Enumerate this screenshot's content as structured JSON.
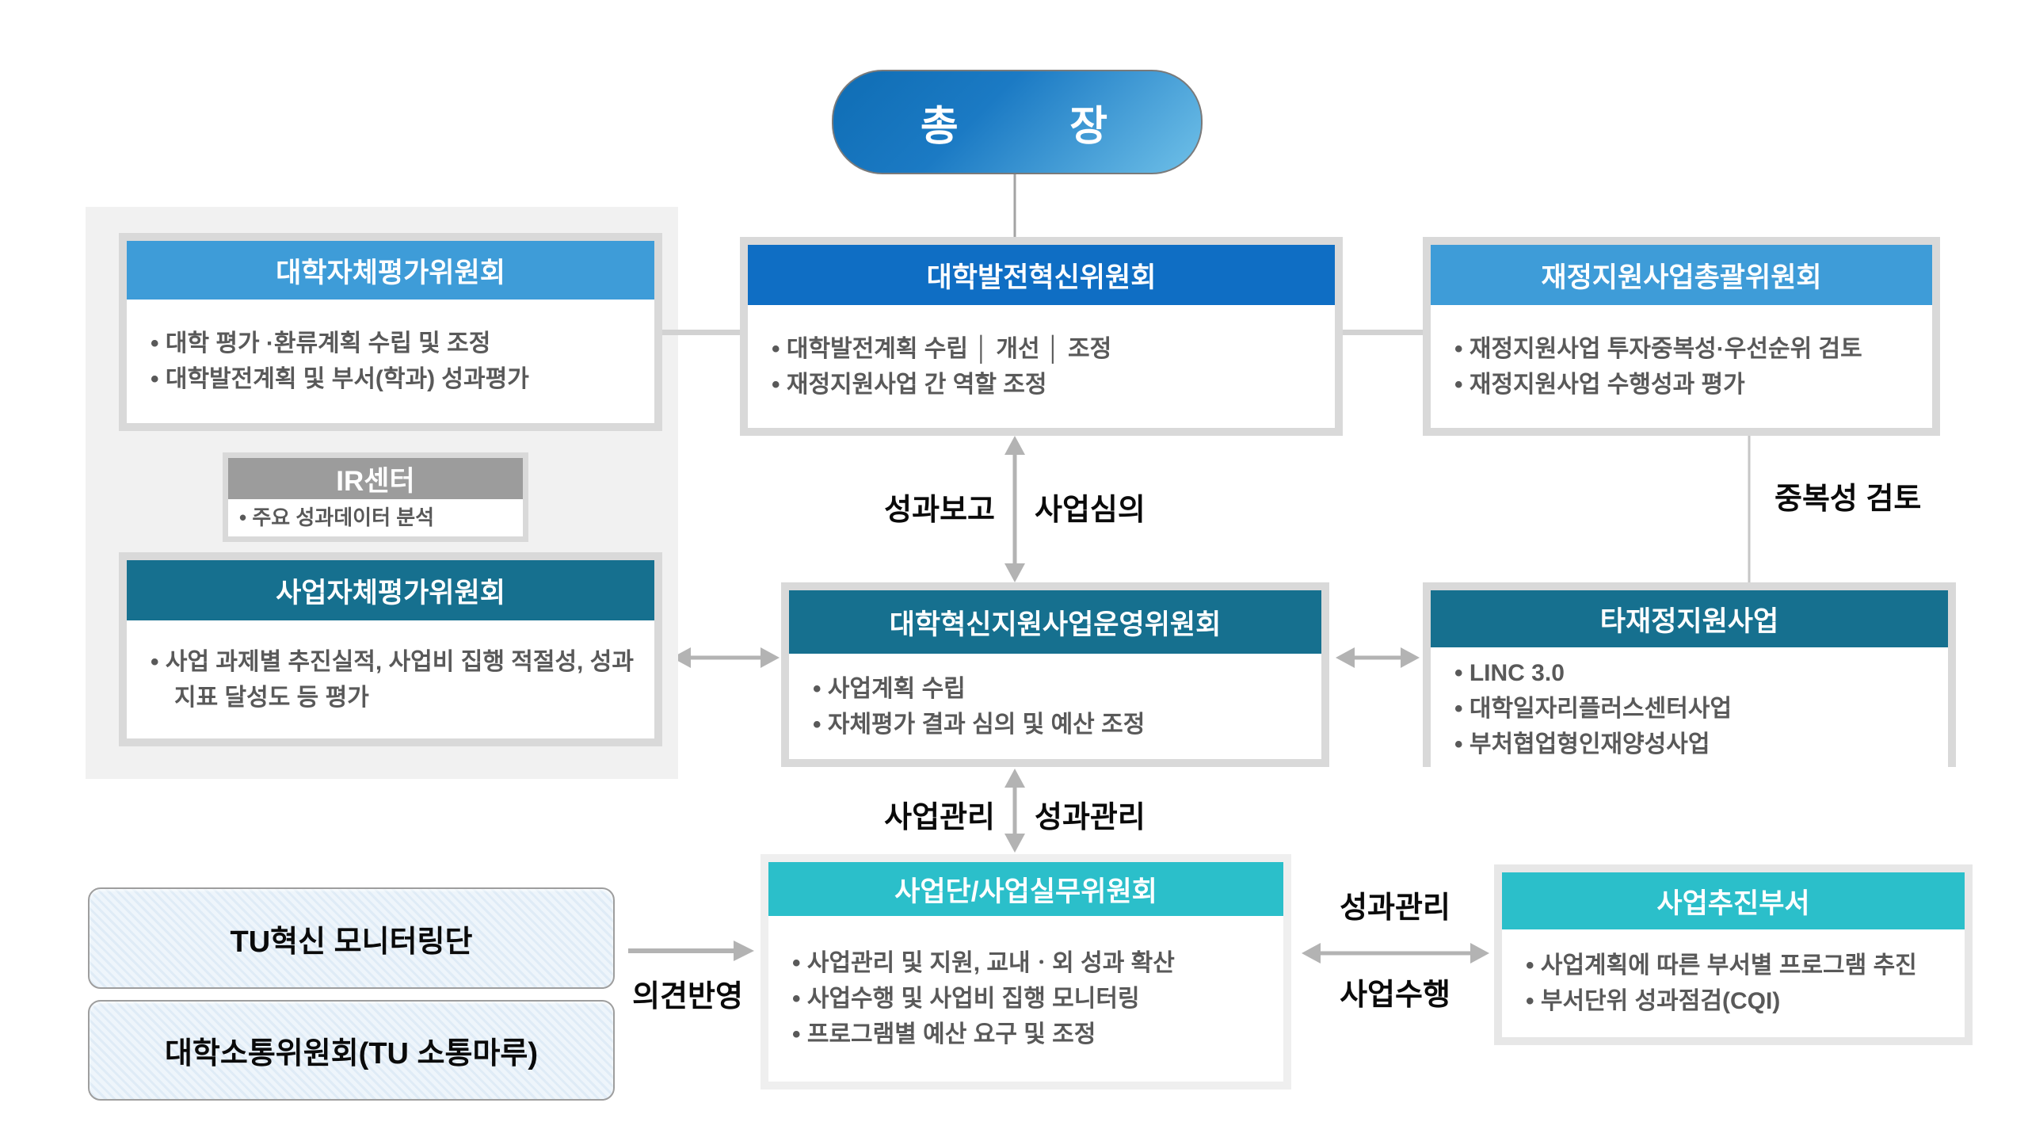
{
  "diagram": {
    "president": {
      "label": "총 장"
    },
    "left_panel": {
      "univ_self_eval": {
        "title": "대학자체평가위원회",
        "bullets": [
          "대학 평가 ·환류계획 수립 및 조정",
          "대학발전계획 및 부서(학과) 성과평가"
        ]
      },
      "ir_center": {
        "title": "IR센터",
        "bullets": [
          "주요 성과데이터 분석"
        ]
      },
      "project_self_eval": {
        "title": "사업자체평가위원회",
        "bullets": [
          "사업 과제별 추진실적, 사업비 집행 적절성, 성과지표 달성도 등 평가"
        ]
      }
    },
    "center": {
      "univ_dev_innovation": {
        "title": "대학발전혁신위원회",
        "bullets": [
          "대학발전계획 수립 │ 개선 │ 조정",
          "재정지원사업 간 역할 조정"
        ]
      },
      "innovation_ops": {
        "title": "대학혁신지원사업운영위원회",
        "bullets": [
          "사업계획 수립",
          "자체평가 결과 심의 및 예산 조정"
        ]
      },
      "task_committee": {
        "title": "사업단/사업실무위원회",
        "bullets": [
          "사업관리 및 지원, 교내ㆍ외 성과 확산",
          "사업수행 및 사업비 집행 모니터링",
          "프로그램별 예산 요구 및 조정"
        ]
      }
    },
    "right": {
      "finance_overall": {
        "title": "재정지원사업총괄위원회",
        "bullets": [
          "재정지원사업 투자중복성·우선순위 검토",
          "재정지원사업 수행성과 평가"
        ]
      },
      "other_finance": {
        "title": "타재정지원사업",
        "bullets": [
          "LINC 3.0",
          "대학일자리플러스센터사업",
          "부처협업형인재양성사업"
        ]
      },
      "exec_dept": {
        "title": "사업추진부서",
        "bullets": [
          "사업계획에 따른 부서별 프로그램 추진",
          "부서단위 성과점검(CQI)"
        ]
      }
    },
    "bottom_left": {
      "monitoring": {
        "label": "TU혁신 모니터링단"
      },
      "communication": {
        "label": "대학소통위원회(TU 소통마루)"
      }
    },
    "edge_labels": {
      "performance_report": "성과보고",
      "project_review": "사업심의",
      "duplication_check": "중복성 검토",
      "project_management": "사업관리",
      "performance_management": "성과관리",
      "performance_management_right": "성과관리",
      "project_execution": "사업수행",
      "feedback": "의견반영"
    },
    "colors": {
      "sky_blue_header": "#3E9CD8",
      "strong_blue_header": "#0F6EC4",
      "dark_teal_header": "#16708F",
      "cyan_header": "#2BBFCA",
      "ir_gray_header": "#9C9C9C",
      "capsule_gradient_start": "#0F6DB4",
      "capsule_gradient_end": "#6FC0E8",
      "body_text": "#595959",
      "box_border_gray": "#D9D9D9",
      "arrow_gray": "#B3B3B3",
      "panel_gray": "#F1F1F1"
    }
  }
}
